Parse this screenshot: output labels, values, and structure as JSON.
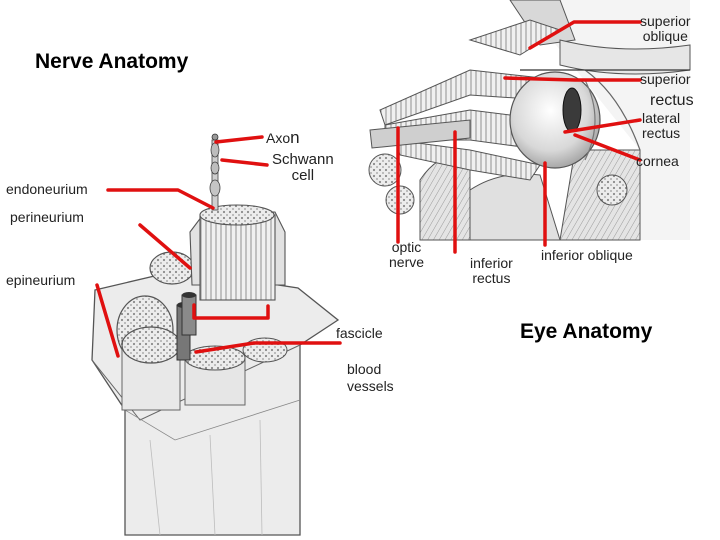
{
  "titles": {
    "nerve": "Nerve Anatomy",
    "eye": "Eye Anatomy"
  },
  "nerve_labels": {
    "endoneurium": "endoneurium",
    "perineurium": "perineurium",
    "epineurium": "epineurium",
    "axon_prefix": "Axo",
    "axon_suffix": "n",
    "schwann_line1": "Schwann",
    "schwann_line2": "cell",
    "fascicle": "fascicle",
    "blood_line1": "blood",
    "blood_line2": "vessels"
  },
  "eye_labels": {
    "superior_oblique_line1": "superior",
    "superior_oblique_line2": "oblique",
    "superior_rectus_line1": "superior",
    "superior_rectus_line2": "rectus",
    "lateral_line1": "lateral",
    "lateral_line2": "rectus",
    "cornea": "cornea",
    "optic_line1": "optic",
    "optic_line2": "nerve",
    "inferior_rectus_line1": "inferior",
    "inferior_rectus_line2": "rectus",
    "inferior_oblique": "inferior oblique"
  },
  "colors": {
    "leader_lines": "#e01010",
    "illustration_stroke": "#555555",
    "illustration_fill": "#e9e9e9"
  }
}
